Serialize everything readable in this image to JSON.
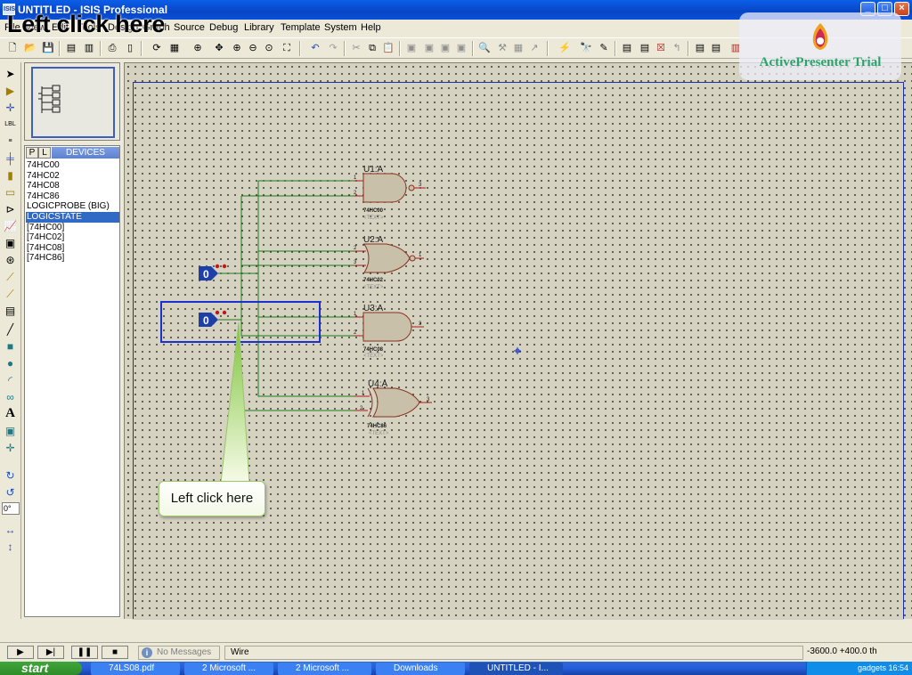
{
  "window": {
    "icon_label": "ISIS",
    "title": "UNTITLED - ISIS Professional",
    "controls": {
      "minimize": "_",
      "maximize": "□",
      "close": "×"
    }
  },
  "overlay_caption": "Left click here",
  "menu": [
    "File",
    "View",
    "Edit",
    "Tools",
    "Design",
    "Graph",
    "Source",
    "Debug",
    "Library",
    "Template",
    "System",
    "Help"
  ],
  "watermark": "ActivePresenter Trial",
  "device_selector": {
    "p_label": "P",
    "l_label": "L",
    "header": "DEVICES",
    "items": [
      "74HC00",
      "74HC02",
      "74HC08",
      "74HC86",
      "LOGICPROBE (BIG)",
      "LOGICSTATE",
      "[74HC00]",
      "[74HC02]",
      "[74HC08]",
      "[74HC86]"
    ],
    "selected_index": 5
  },
  "rotation_field": "0°",
  "schematic": {
    "gates": [
      {
        "ref": "U1:A",
        "part": "74HC00",
        "text": "<TEXT>",
        "pin_a": "1",
        "pin_b": "2",
        "pin_out": "3"
      },
      {
        "ref": "U2:A",
        "part": "74HC02",
        "text": "<TEXT>",
        "pin_a": "2",
        "pin_b": "3",
        "pin_out": "1"
      },
      {
        "ref": "U3:A",
        "part": "74HC08",
        "text": "<TEXT>",
        "pin_a": "1",
        "pin_b": "2",
        "pin_out": "3"
      },
      {
        "ref": "U4:A",
        "part": "74HC86",
        "text": "<TEXT>",
        "pin_a": "1",
        "pin_b": "2",
        "pin_out": "3"
      }
    ],
    "logic_states": [
      "0",
      "0"
    ]
  },
  "callout": "Left click here",
  "status": {
    "message": "No Messages",
    "mode": "Wire",
    "coords": "-3600.0    +400.0    th"
  },
  "taskbar": {
    "start": "start",
    "tasks": [
      "74LS08.pdf",
      "2 Microsoft ...",
      "2 Microsoft ...",
      "Downloads",
      "UNTITLED - I..."
    ],
    "tray": "gadgets   16:54"
  },
  "colors": {
    "wire": "#1f7a1f",
    "pin": "#b01818",
    "gate_fill": "#c8c0a8",
    "selection": "#1c2fd0",
    "logic_state": "#1f3fa8"
  }
}
